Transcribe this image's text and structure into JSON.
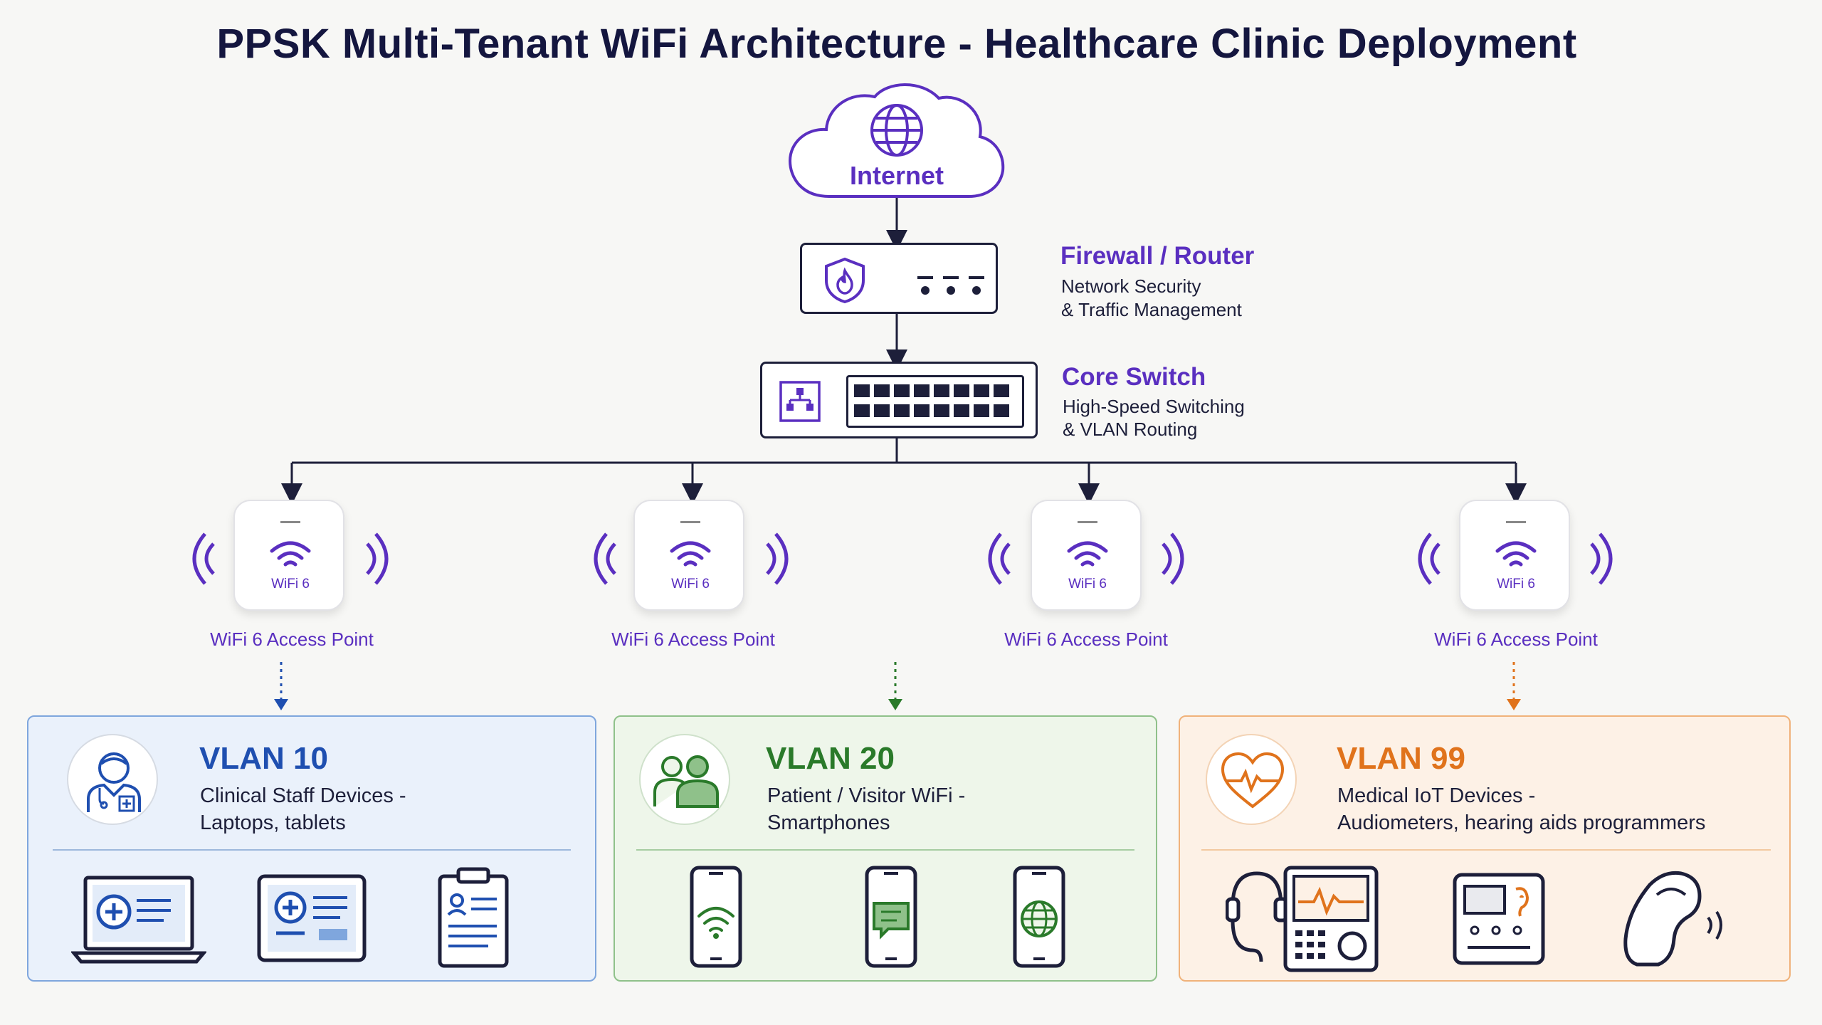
{
  "title": "PPSK Multi-Tenant WiFi Architecture - Healthcare Clinic Deployment",
  "internet": {
    "label": "Internet"
  },
  "firewall": {
    "title": "Firewall / Router",
    "line1": "Network Security",
    "line2": "& Traffic Management"
  },
  "core_switch": {
    "title": "Core Switch",
    "line1": "High-Speed Switching",
    "line2": "& VLAN Routing"
  },
  "access_points": [
    {
      "badge": "WiFi 6",
      "caption": "WiFi 6 Access Point"
    },
    {
      "badge": "WiFi 6",
      "caption": "WiFi 6 Access Point"
    },
    {
      "badge": "WiFi 6",
      "caption": "WiFi 6 Access Point"
    },
    {
      "badge": "WiFi 6",
      "caption": "WiFi 6 Access Point"
    }
  ],
  "vlans": [
    {
      "title": "VLAN 10",
      "line1": "Clinical Staff Devices -",
      "line2": "Laptops, tablets",
      "color": "#1f4fb0",
      "bg": "#eaf1fb",
      "border": "#7fa6dd"
    },
    {
      "title": "VLAN 20",
      "line1": "Patient / Visitor WiFi -",
      "line2": "Smartphones",
      "color": "#2a7a2a",
      "bg": "#eef6ea",
      "border": "#8fc18a"
    },
    {
      "title": "VLAN 99",
      "line1": "Medical IoT Devices -",
      "line2": "Audiometers, hearing aids programmers",
      "color": "#e0731c",
      "bg": "#fdf1e6",
      "border": "#f0b27a"
    }
  ],
  "icons": {
    "internet": "globe-icon",
    "firewall": "shield-flame-icon",
    "switch": "network-topology-icon",
    "ap": "wifi-icon",
    "vlan10": [
      "doctor-icon",
      "laptop-icon",
      "tablet-icon",
      "clipboard-icon"
    ],
    "vlan20": [
      "users-icon",
      "phone-wifi-icon",
      "phone-chat-icon",
      "phone-globe-icon"
    ],
    "vlan99": [
      "heart-pulse-icon",
      "audiometer-icon",
      "programmer-device-icon",
      "hearing-aid-icon"
    ]
  },
  "colors": {
    "purple": "#5a2fc0",
    "navy": "#1d1f3a"
  }
}
